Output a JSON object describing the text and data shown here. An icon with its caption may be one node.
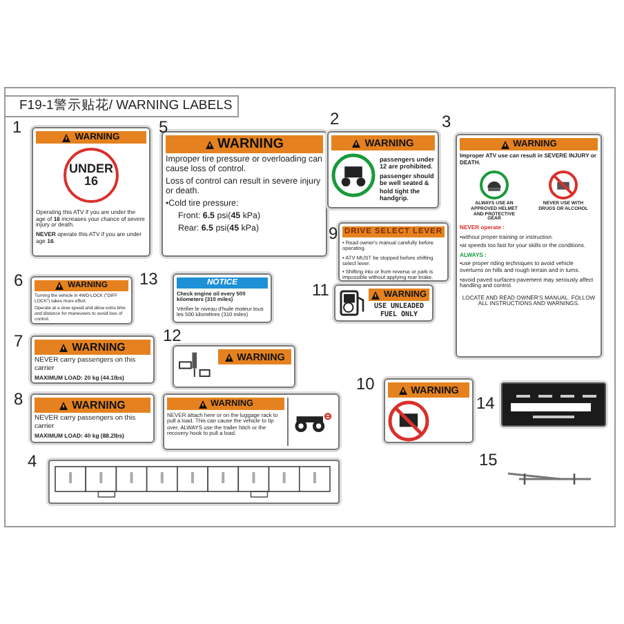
{
  "diagram": {
    "title": "F19-1警示贴花/ WARNING LABELS",
    "nodes": [
      {
        "text": [
          "WARNING",
          "UNDER 16",
          "Operating this ATV if you are under the age of **16** increases your chance of severe injury or death.",
          "**NEVER** operate this ATV if you are under age **16**."
        ]
      },
      {
        "text": [
          "WARNING",
          "Improper tire pressure or overloading can cause loss of control.",
          "Loss of control can result in severe injury or death.",
          "•Cold tire pressure:",
          "Front: **6.5** psi(**45** kPa)",
          "Rear: **6.5** psi(**45** kPa)"
        ]
      },
      {
        "text": [
          "WARNING",
          "passengers under 12 are prohibited.",
          "passenger should be well seated & hold tight the handgrip."
        ]
      },
      {
        "text": [
          "WARNING",
          "Improper ATV use can result in SEVERE INJURY or DEATH.",
          "ALWAYS USE AN APPROVED HELMET AND PROTECTIVE GEAR",
          "NEVER USE WITH DRUGS OR ALCOHOL",
          "NEVER operate :",
          "•without proper training or instruction.",
          "•at speeds too fast for your skills or the conditions.",
          "ALWAYS :",
          "•use proper riding techniques to avoid vehicle overturns on hills and rough terrain and in turns.",
          "•avoid paved surfaces-pavement may seriously affect handling and control.",
          "LOCATE AND READ OWNER'S MANUAL. FOLLOW ALL INSTRUCTIONS AND WARNINGS."
        ]
      },
      {
        "text": [
          "DRIVE SELECT LEVER",
          "• Read owner's manual carefully before operating.",
          "• ATV MUST be stopped before shifting select lever.",
          "• Shifting into or from reverse or park is impossible without applying rear brake."
        ]
      },
      {
        "text": [
          "WARNING",
          "Turning the vehicle in 4WD-LOCK (\"DIFF LOCK\") takes more effort.",
          "Operate at a slow speed and allow extra time and distance for maneuvers to avoid loss of control."
        ]
      },
      {
        "text": [
          "NOTICE",
          "Check engine oil every 500 kilometers (310 miles)",
          "Vérifier le niveau d'huile moteur tous les 500 kilomètres (310 miles)"
        ]
      },
      {
        "text": [
          "WARNING",
          "USE UNLEADED FUEL ONLY"
        ]
      },
      {
        "text": [
          "WARNING",
          "NEVER carry passengers on this carrier",
          "MAXIMUM LOAD: 20 kg (44.1lbs)"
        ]
      },
      {
        "text": [
          "WARNING"
        ]
      },
      {
        "text": [
          "WARNING",
          "NEVER carry passengers on this carrier",
          "MAXIMUM LOAD: 40 kg (88.2lbs)"
        ]
      },
      {
        "text": [
          "WARNING",
          "NEVER attach here or on the luggage rack to pull a load. This can cause the vehicle to tip over. ALWAYS use the trailer hitch or the recovery hook to pull a load."
        ]
      },
      {
        "text": [
          "WARNING"
        ]
      },
      {
        "text": [],
        "shape": "box"
      },
      {
        "text": [],
        "shape": "box"
      }
    ],
    "labels": [
      "1",
      "5",
      "2",
      "3",
      "9",
      "6",
      "13",
      "11",
      "7",
      "12",
      "8",
      "10",
      "14",
      "4",
      "15"
    ]
  }
}
